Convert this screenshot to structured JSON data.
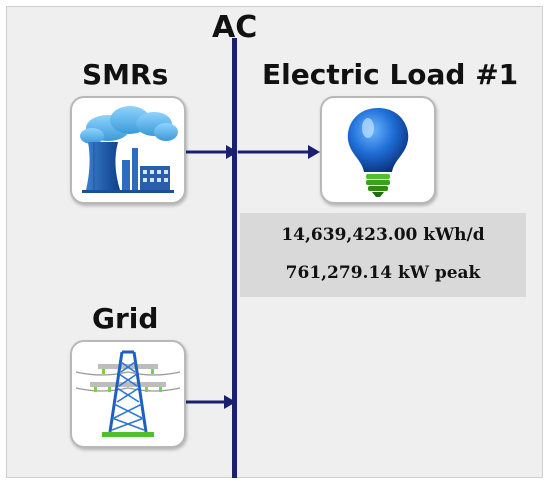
{
  "bus": {
    "label": "AC"
  },
  "components": {
    "smr": {
      "label": "SMRs",
      "icon": "nuclear-plant-icon"
    },
    "load": {
      "label": "Electric Load #1",
      "icon": "light-bulb-icon"
    },
    "grid": {
      "label": "Grid",
      "icon": "transmission-tower-icon"
    }
  },
  "load_stats": {
    "energy": "14,639,423.00 kWh/d",
    "peak": "761,279.14 kW peak"
  },
  "colors": {
    "bus": "#1a1f6e",
    "arrow": "#1a1f6e",
    "panel": "#efefef",
    "stats_bg": "#d9d9d9"
  }
}
